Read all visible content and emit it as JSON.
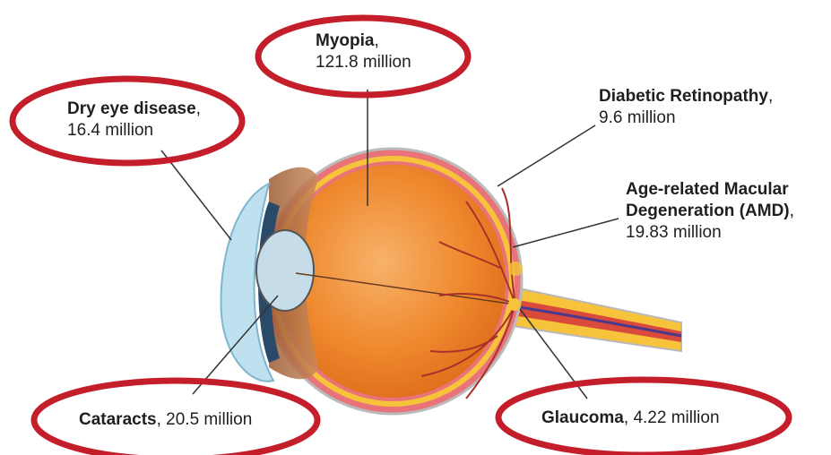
{
  "conditions": {
    "myopia": {
      "name": "Myopia",
      "sep": ",",
      "value": "121.8 million"
    },
    "dry_eye": {
      "name": "Dry eye disease",
      "sep": ",",
      "value": "16.4 million"
    },
    "diabetic": {
      "name": "Diabetic Retinopathy",
      "sep": ",",
      "value": "9.6 million"
    },
    "amd": {
      "name_line1": "Age-related Macular",
      "name_line2": "Degeneration (AMD)",
      "sep": ",",
      "value": "19.83 million"
    },
    "cataracts": {
      "name": "Cataracts",
      "sep": ",",
      "value": "20.5 million"
    },
    "glaucoma": {
      "name": "Glaucoma",
      "sep": ",",
      "value": "4.22 million"
    }
  },
  "colors": {
    "highlight_ellipse": "#c41e2a",
    "eye_orange": "#f08a2c",
    "sclera_pink": "#e8747a",
    "retina_yellow": "#f6c33a",
    "cornea_blue": "#bfe0ef",
    "lens": "#c6dde9",
    "leader_line": "#333333"
  }
}
